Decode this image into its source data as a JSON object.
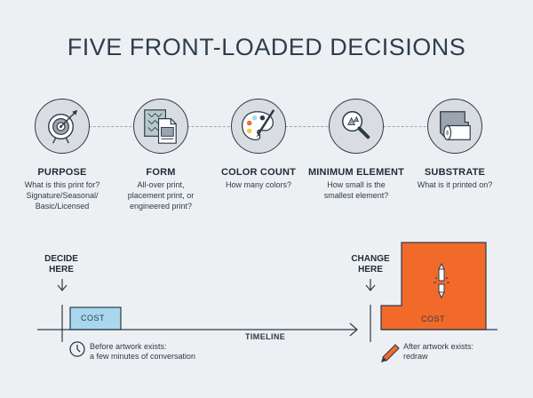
{
  "title": "FIVE FRONT-LOADED DECISIONS",
  "decisions": [
    {
      "label": "PURPOSE",
      "desc": "What is this print for?\nSignature/Seasonal/\nBasic/Licensed",
      "icon": "target-icon"
    },
    {
      "label": "FORM",
      "desc": "All-over print,\nplacement print, or\nengineered print?",
      "icon": "print-sheets-icon"
    },
    {
      "label": "COLOR COUNT",
      "desc": "How many colors?",
      "icon": "palette-icon"
    },
    {
      "label": "MINIMUM ELEMENT",
      "desc": "How small is the\nsmallest element?",
      "icon": "magnifier-icon"
    },
    {
      "label": "SUBSTRATE",
      "desc": "What is it printed on?",
      "icon": "fabric-roll-icon"
    }
  ],
  "timeline": {
    "label": "TIMELINE",
    "decide_marker": "DECIDE\nHERE",
    "change_marker": "CHANGE\nHERE",
    "cost_small": "COST",
    "cost_large": "COST",
    "before_caption": "Before artwork exists:\na few minutes of conversation",
    "after_caption": "After artwork exists:\nredraw"
  },
  "colors": {
    "background": "#edf0f3",
    "cost_small_fill": "#a9d8ee",
    "cost_large_fill": "#f26a2a",
    "ink": "#2c3a48"
  }
}
